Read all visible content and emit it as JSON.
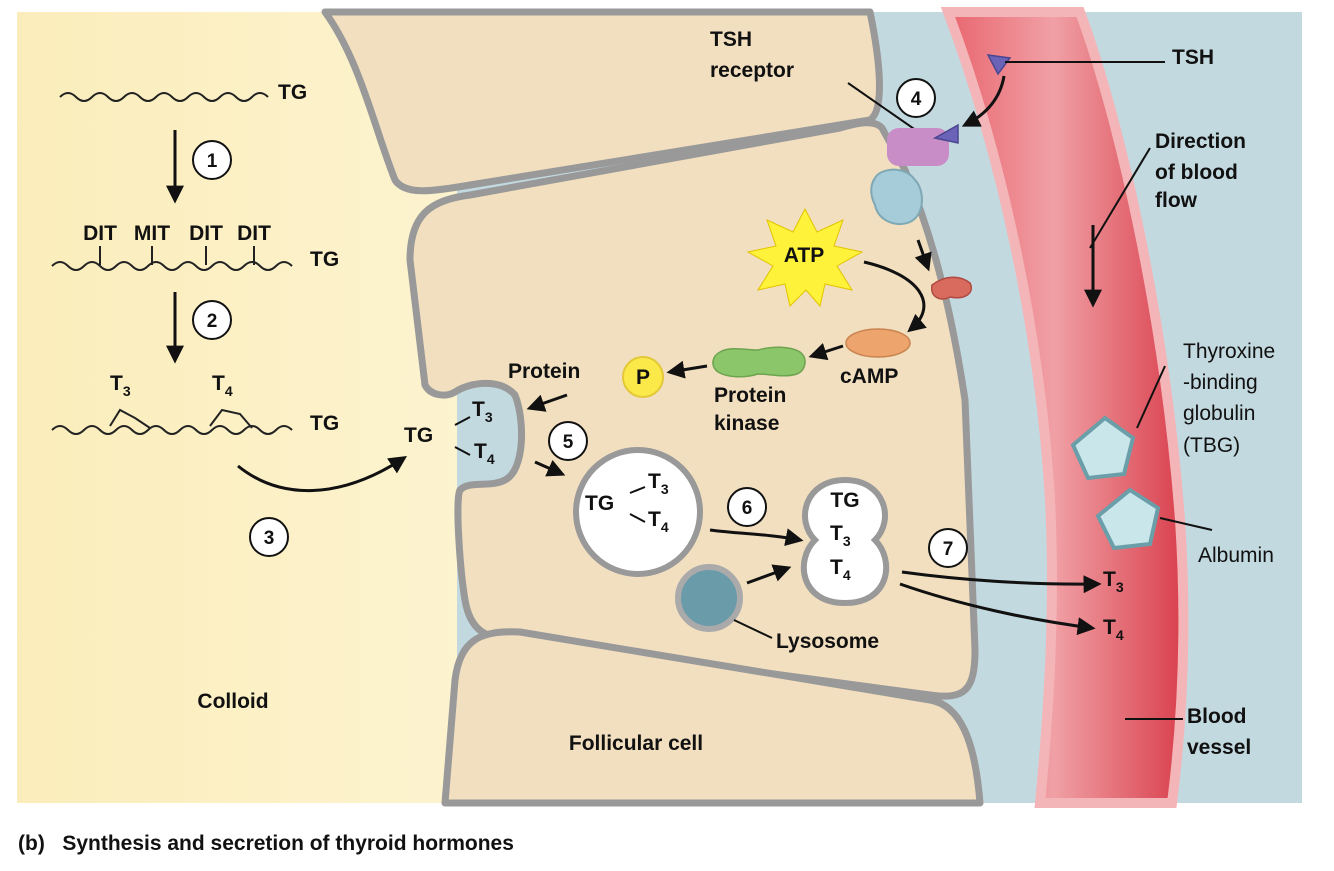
{
  "caption": "(b)   Synthesis and secretion of thyroid hormones",
  "regions": {
    "colloid": "Colloid",
    "follicular_cell": "Follicular cell",
    "blood_vessel": [
      "Blood",
      "vessel"
    ]
  },
  "iodination": {
    "tg_label": "TG",
    "residues": [
      "DIT",
      "MIT",
      "DIT",
      "DIT"
    ],
    "t3": "T",
    "t3_sub": "3",
    "t4": "T",
    "t4_sub": "4"
  },
  "steps": [
    "1",
    "2",
    "3",
    "4",
    "5",
    "6",
    "7"
  ],
  "signaling": {
    "tsh": "TSH",
    "tsh_receptor": [
      "TSH",
      "receptor"
    ],
    "atp": "ATP",
    "camp": "cAMP",
    "protein_kinase": [
      "Protein",
      "kinase"
    ],
    "phosphate": "P",
    "protein": "Protein"
  },
  "vesicles": {
    "tg": "TG",
    "t": "T",
    "sub3": "3",
    "sub4": "4",
    "lysosome": "Lysosome"
  },
  "blood": {
    "flow": [
      "Direction",
      "of blood",
      "flow"
    ],
    "tbg": [
      "Thyroxine",
      "-binding",
      "globulin",
      "(TBG)"
    ],
    "albumin": "Albumin"
  },
  "colors": {
    "colloid": "#fbefc2",
    "cell": "#f2dfbf",
    "interstitial": "#c3d9e0",
    "membrane": "#9a9a9a",
    "vessel": "#e0505c",
    "vessel_light": "#f0a7ac",
    "atp": "#fff23a",
    "phosphate": "#fbe94a",
    "kinase": "#8cc66b",
    "camp": "#eda46d",
    "receptor": "#c88dc6",
    "gprotein": "#a6ccd9",
    "enzyme": "#d96a5e",
    "tsh": "#6a63b8",
    "lysosome": "#6a9ba9",
    "binding_protein": "#c9e6ea"
  }
}
